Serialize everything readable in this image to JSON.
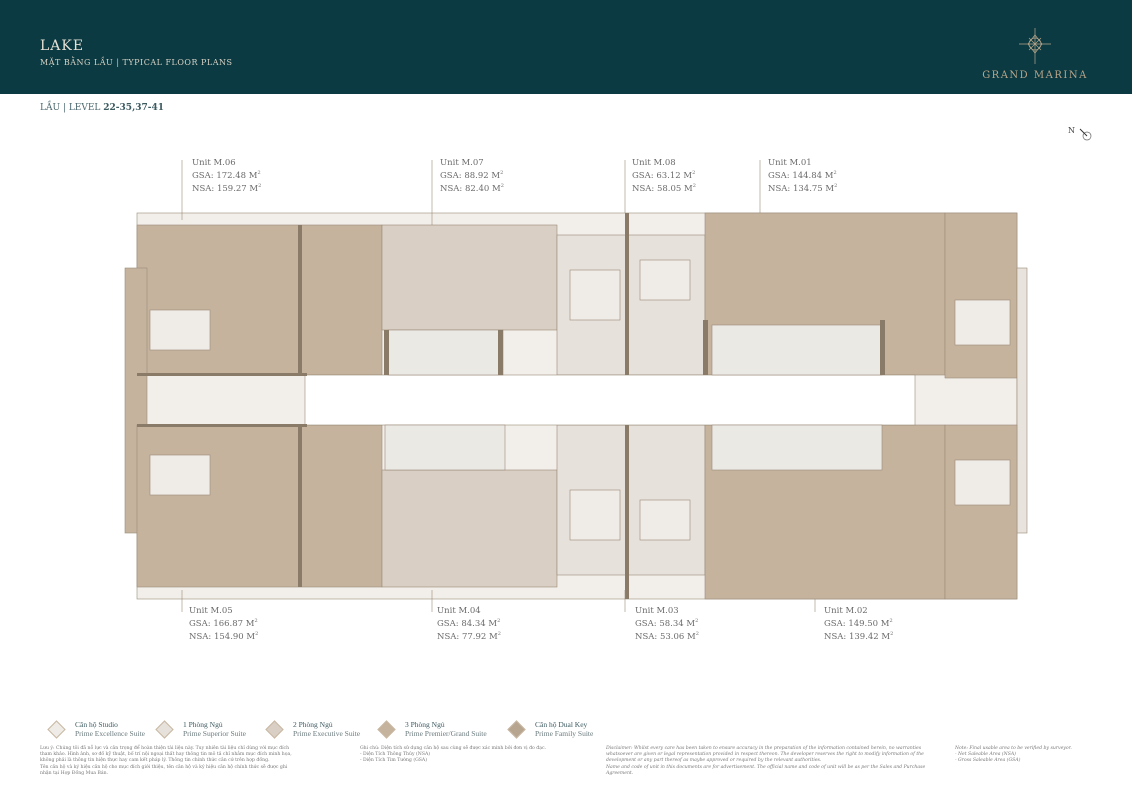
{
  "header": {
    "title": "LAKE",
    "subtitle": "MẶT BẰNG LẦU  |  TYPICAL FLOOR PLANS",
    "brand": "GRAND MARINA"
  },
  "level": {
    "prefix": "LẦU | LEVEL ",
    "value": "22-35,37-41"
  },
  "north_label": "N",
  "units": [
    {
      "name": "Unit M.06",
      "gsa": "GSA: 172.48  M",
      "nsa": "NSA: 159.27  M",
      "unit": "2"
    },
    {
      "name": "Unit M.07",
      "gsa": "GSA: 88.92  M",
      "nsa": "NSA: 82.40  M",
      "unit": "2"
    },
    {
      "name": "Unit M.08",
      "gsa": "GSA: 63.12  M",
      "nsa": "NSA: 58.05  M",
      "unit": "2"
    },
    {
      "name": "Unit M.01",
      "gsa": "GSA: 144.84 M",
      "nsa": "NSA: 134.75 M",
      "unit": "2"
    },
    {
      "name": "Unit M.05",
      "gsa": "GSA: 166.87  M",
      "nsa": "NSA: 154.90  M",
      "unit": "2"
    },
    {
      "name": "Unit M.04",
      "gsa": "GSA: 84.34  M",
      "nsa": "NSA: 77.92  M",
      "unit": "2"
    },
    {
      "name": "Unit M.03",
      "gsa": "GSA: 58.34  M",
      "nsa": "NSA: 53.06  M",
      "unit": "2"
    },
    {
      "name": "Unit M.02",
      "gsa": "GSA: 149.50 M",
      "nsa": "NSA: 139.42 M",
      "unit": "2"
    }
  ],
  "legend": [
    {
      "title": "Căn hộ Studio",
      "subtitle": "Prime Excellence Suite",
      "color": "#efebe6"
    },
    {
      "title": "1 Phòng Ngủ",
      "subtitle": "Prime Superior Suite",
      "color": "#e6e1db"
    },
    {
      "title": "2 Phòng Ngủ",
      "subtitle": "Prime Executive Suite",
      "color": "#d9cfc4"
    },
    {
      "title": "3 Phòng Ngủ",
      "subtitle": "Prime Premier/Grand Suite",
      "color": "#c6b39d"
    },
    {
      "title": "Căn hộ Dual Key",
      "subtitle": "Prime Family Suite",
      "color": "#b7a590"
    }
  ],
  "notes": {
    "vn_1": "Lưu ý: Chúng tôi đã nỗ lực và cân trọng để hoàn thiện tài liệu này. Tuy nhiên tài liệu chỉ dùng với mục đích tham khảo. Hình ảnh, sơ đồ kỹ thuật, bố trí nội ngoại thất hay thông tin mô tả chỉ nhằm mục đích minh họa, không phải là thông tin hiện thực hay cam kết pháp lý. Thông tin chính thức căn cứ trên hợp đồng.",
    "vn_2": "Tên căn hộ và ký hiệu căn hộ cho mục đích giới thiệu, tên căn hộ và ký hiệu căn hộ chính thức sẽ được ghi nhận tại Hợp Đồng Mua Bán.",
    "vn_area_1": "Ghi chú: Diện tích sử dụng căn hộ sau cùng sẽ được xác minh bởi đơn vị đo đạc.",
    "vn_area_2": "- Diện Tích Thông Thủy (NSA)",
    "vn_area_3": "- Diện Tích Tim Tường (GSA)",
    "en_1": "Disclaimer: Whilst every care has been taken to ensure accuracy in the preparation of the information contained herein, no warranties whatsoever are given or legal representation provided in respect thereon. The developer reserves the right to modify information of the development or any part thereof as maybe approved or required by the relevant authorities.",
    "en_2": "Name and code of unit in this documents are for advertisement. The official name and code of unit will be as per the Sales and Purchase Agreement.",
    "en_area_1": "Note: Final usable area to be verified by surveyor.",
    "en_area_2": "- Net Saleable Area (NSA)",
    "en_area_3": "- Gross Saleable Area (GSA)"
  }
}
